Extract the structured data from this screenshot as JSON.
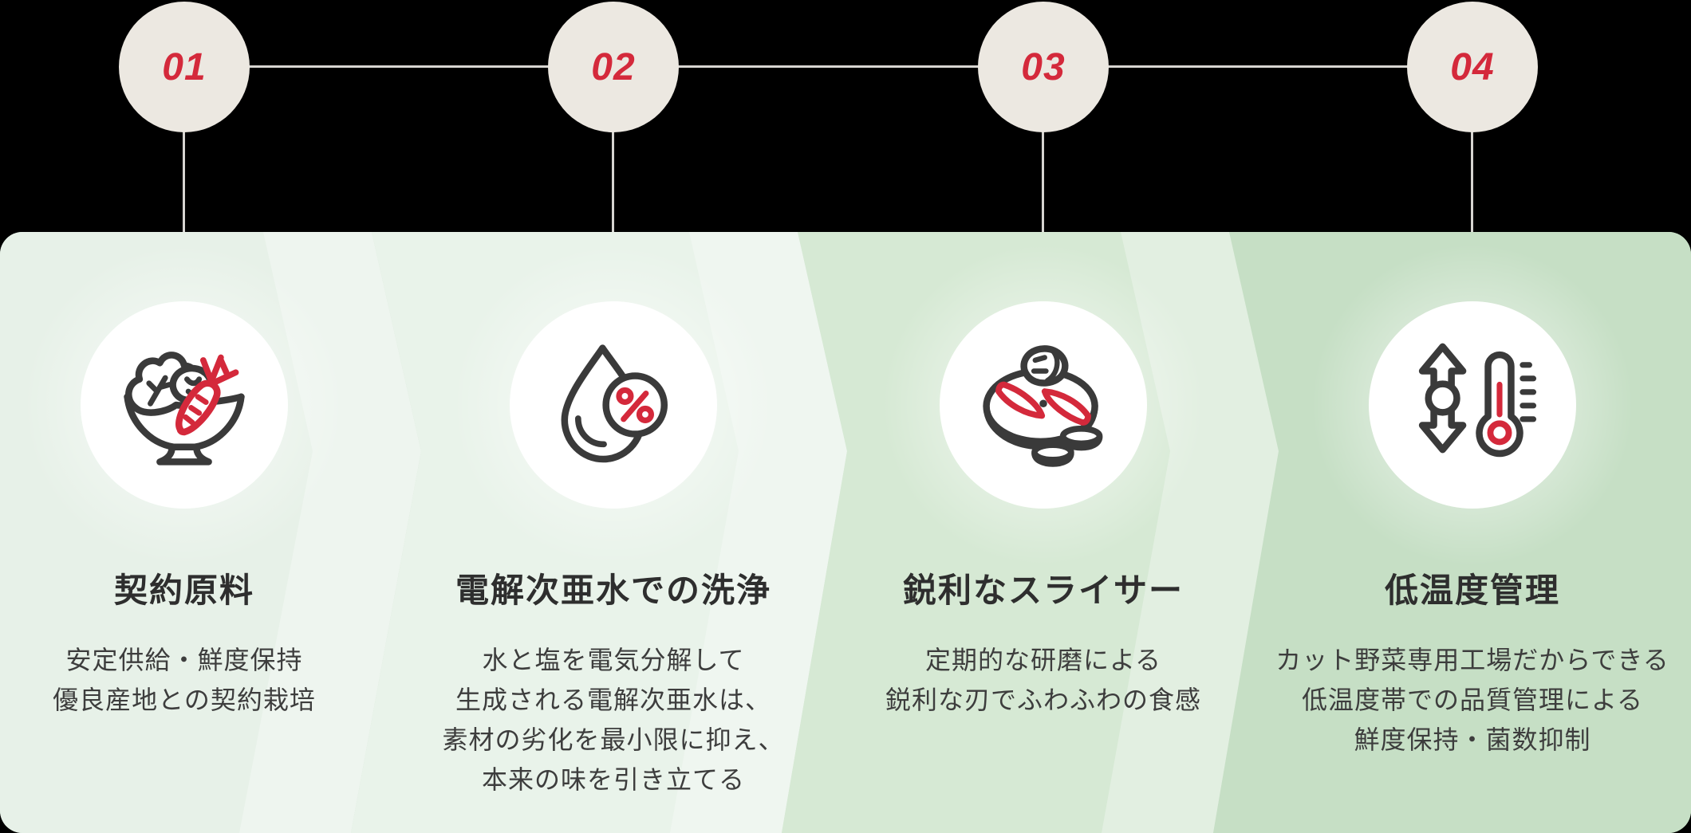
{
  "diagram": {
    "kind": "process-steps",
    "colors": {
      "background": "#000000",
      "accent_red": "#D4293B",
      "icon_line_dark": "#3A3A3A",
      "number_circle_bg": "#ECE8E1",
      "connector_gray": "#D7D5D1",
      "icon_circle_bg": "#FFFFFF",
      "title_text": "#2E2E2E",
      "body_text": "#3D3D3D",
      "section_backgrounds": [
        "#E7F1E8",
        "#E9F3EA",
        "#D6E9D4",
        "#C6DFC5"
      ]
    },
    "steps": [
      {
        "number": "01",
        "title": "契約原料",
        "body": [
          "安定供給・鮮度保持",
          "優良産地との契約栽培"
        ],
        "icon": "vegetable-bowl-icon"
      },
      {
        "number": "02",
        "title": "電解次亜水での洗浄",
        "body": [
          "水と塩を電気分解して",
          "生成される電解次亜水は、",
          "素材の劣化を最小限に抑え、",
          "本来の味を引き立てる"
        ],
        "icon": "water-drop-percent-icon"
      },
      {
        "number": "03",
        "title": "鋭利なスライサー",
        "body": [
          "定期的な研磨による",
          "鋭利な刃でふわふわの食感"
        ],
        "icon": "slicer-plate-icon"
      },
      {
        "number": "04",
        "title": "低温度管理",
        "body": [
          "カット野菜専用工場だからできる",
          "低温度帯での品質管理による",
          "鮮度保持・菌数抑制"
        ],
        "icon": "temperature-range-icon"
      }
    ]
  }
}
